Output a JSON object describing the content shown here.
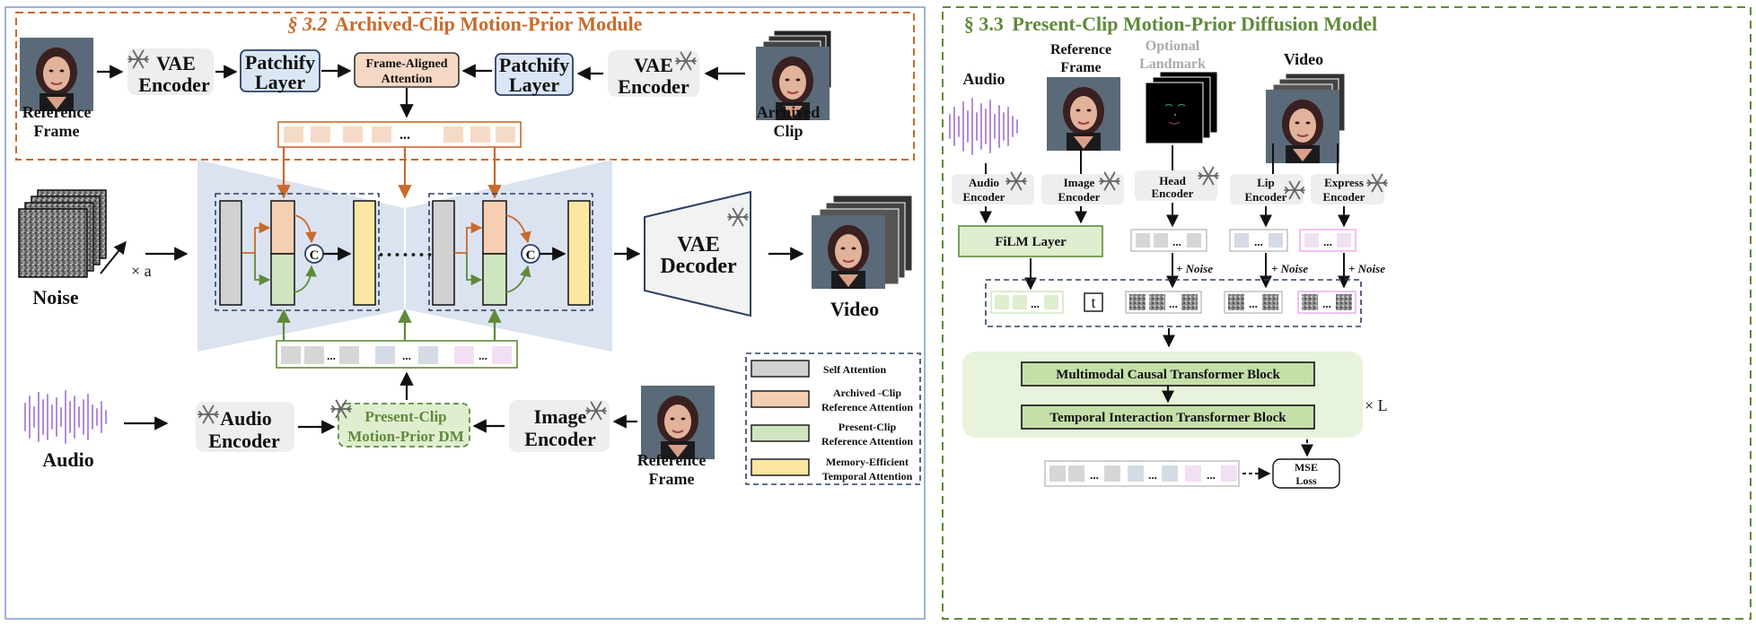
{
  "left_panel": {
    "section_number": "§ 3.2",
    "section_title": "Archived-Clip Motion-Prior Module",
    "ref_frame_top": [
      "Reference",
      "Frame"
    ],
    "vae_encoder_left": [
      "VAE",
      "Encoder"
    ],
    "patchify_left": [
      "Patchify",
      "Layer"
    ],
    "frame_aligned_attention": [
      "Frame-Aligned",
      "Attention"
    ],
    "patchify_right": [
      "Patchify",
      "Layer"
    ],
    "vae_encoder_right": [
      "VAE",
      "Encoder"
    ],
    "archived_clip": [
      "Archived",
      "Clip"
    ],
    "token_ellipsis": "...",
    "noise_label": "Noise",
    "noise_multiplier": "× a",
    "concat_symbol": "C",
    "middle_dots": "·······",
    "vae_decoder": [
      "VAE",
      "Decoder"
    ],
    "video_label": "Video",
    "audio_label": "Audio",
    "audio_encoder": [
      "Audio",
      "Encoder"
    ],
    "present_clip_dm": [
      "Present-Clip",
      "Motion-Prior DM"
    ],
    "image_encoder": [
      "Image",
      "Encoder"
    ],
    "ref_frame_bottom": [
      "Reference",
      "Frame"
    ],
    "legend": [
      {
        "label": [
          "Self Attention"
        ],
        "color": "#d2d0d0"
      },
      {
        "label": [
          "Archived -Clip",
          "Reference Attention"
        ],
        "color": "#f6cfb3"
      },
      {
        "label": [
          "Present-Clip",
          "Reference Attention"
        ],
        "color": "#cfe5bf"
      },
      {
        "label": [
          "Memory-Efficient",
          "Temporal Attention"
        ],
        "color": "#fbe6a2"
      }
    ]
  },
  "right_panel": {
    "section_number": "§ 3.3",
    "section_title": "Present-Clip Motion-Prior Diffusion Model",
    "audio_label": "Audio",
    "reference_frame": [
      "Reference",
      "Frame"
    ],
    "optional_landmark": [
      "Optional",
      "Landmark"
    ],
    "video_label": "Video",
    "audio_encoder": [
      "Audio",
      "Encoder"
    ],
    "image_encoder": [
      "Image",
      "Encoder"
    ],
    "head_encoder": [
      "Head",
      "Encoder"
    ],
    "lip_encoder": [
      "Lip",
      "Encoder"
    ],
    "express_encoder": [
      "Express",
      "Encoder"
    ],
    "film_layer": "FiLM Layer",
    "plus_noise": "+ Noise",
    "timestep": "t",
    "token_ellipsis": "...",
    "multimodal_block": "Multimodal Causal Transformer Block",
    "temporal_block": "Temporal Interaction Transformer Block",
    "times_l": "× L",
    "mse_loss": [
      "MSE",
      "Loss"
    ]
  },
  "colors": {
    "orange_accent": "#c86a2c",
    "green_accent": "#5f8a3a",
    "navy_dashed": "#2e3f66",
    "left_border": "#9db4d8",
    "unet_fill": "#dbe3f0",
    "patchify_fill": "#dbe6f5",
    "token_gray": "#d6d6d6",
    "token_blue": "#d4dbe6",
    "token_pink": "#f3dff4"
  }
}
